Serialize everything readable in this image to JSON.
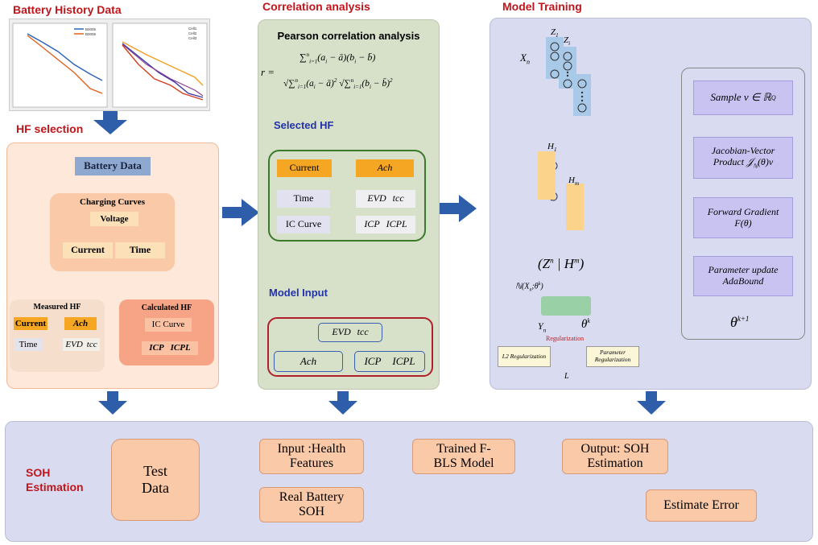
{
  "sections": {
    "battery_history": "Battery History Data",
    "hf_selection": "HF selection",
    "correlation": "Correlation analysis",
    "model_training": "Model Training",
    "soh_estimation": "SOH\nEstimation"
  },
  "hf_panel": {
    "battery_data": "Battery Data",
    "charging_curves": "Charging Curves",
    "voltage": "Voltage",
    "current": "Current",
    "time": "Time",
    "measured_hf": "Measured HF",
    "m_current": "Current",
    "m_ach": "Ach",
    "m_time": "Time",
    "m_evd": "EVD",
    "m_tcc": "tcc",
    "calculated_hf": "Calculated HF",
    "ic_curve": "IC Curve",
    "icp": "ICP",
    "icpl": "ICPL"
  },
  "corr_panel": {
    "pearson_title": "Pearson correlation analysis",
    "selected_hf": "Selected HF",
    "sel_current": "Current",
    "sel_ach": "Ach",
    "sel_time": "Time",
    "sel_evd": "EVD",
    "sel_tcc": "tcc",
    "sel_ic": "IC Curve",
    "sel_icp": "ICP",
    "sel_icpl": "ICPL",
    "model_input": "Model Input",
    "in_evd": "EVD",
    "in_tcc": "tcc",
    "in_ach": "Ach",
    "in_icp": "ICP",
    "in_icpl": "ICPL"
  },
  "train_panel": {
    "xn": "X",
    "z1": "Z",
    "zi": "Z",
    "h1": "H",
    "hm": "H",
    "zh": "(Z",
    "nx": "ℕ(X",
    "yn": "Y",
    "theta_k": "θ",
    "regularization": "Regularization",
    "l2": "L2 Regularization",
    "param_reg": "Parameter Regularization",
    "loss": "L",
    "sample": "Sample v ∈ ℝ",
    "jvp1": "Jacobian-Vector",
    "jvp2": "Product",
    "fg1": "Forward Gradient",
    "fg2": "F(θ)",
    "pu1": "Parameter update",
    "pu2": "AdaBound",
    "theta_next": "θ"
  },
  "soh_panel": {
    "test_data": "Test\nData",
    "input_hf": "Input :Health\nFeatures",
    "trained_model": "Trained F-\nBLS Model",
    "output": "Output: SOH\nEstimation",
    "real_soh": "Real Battery\nSOH",
    "estimate_error": "Estimate Error"
  },
  "history_plots": {
    "left_legend": [
      "B0005",
      "B0006"
    ],
    "right_legend": [
      "Cell1",
      "Cell2",
      "Cell3"
    ]
  },
  "colors": {
    "title_red": "#c0151b",
    "arrow_blue": "#2e5ea9",
    "peach": "#f9c9a8",
    "light_peach": "#fde8da",
    "orange": "#f5a623",
    "lavender": "#d9dcf0",
    "green_border": "#3a7a2a",
    "red_border": "#b0202a",
    "purple_box": "#c9c3f2"
  }
}
